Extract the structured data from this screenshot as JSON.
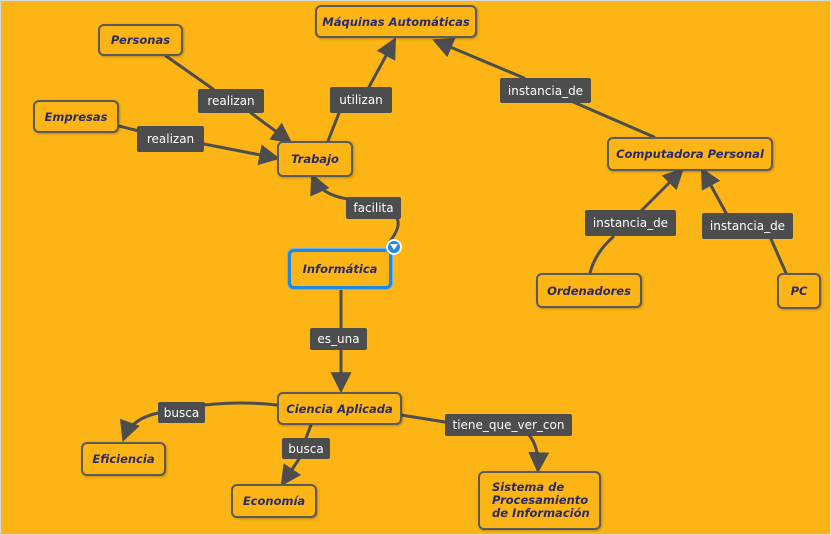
{
  "nodes": {
    "maquinas": "Máquinas Automáticas",
    "personas": "Personas",
    "empresas": "Empresas",
    "trabajo": "Trabajo",
    "computadora": "Computadora Personal",
    "informatica": "Informática",
    "ordenadores": "Ordenadores",
    "pc": "PC",
    "ciencia": "Ciencia Aplicada",
    "eficiencia": "Eficiencia",
    "economia": "Economía",
    "sistema": "Sistema de Procesamiento de Información"
  },
  "links": {
    "realizan_personas": "realizan",
    "realizan_empresas": "realizan",
    "utilizan": "utilizan",
    "instancia_maquinas": "instancia_de",
    "facilita": "facilita",
    "instancia_ordenadores": "instancia_de",
    "instancia_pc": "instancia_de",
    "es_una": "es_una",
    "busca_eficiencia": "busca",
    "busca_economia": "busca",
    "tiene_que_ver_con": "tiene_que_ver_con"
  },
  "colors": {
    "background": "#fcb514",
    "node_border": "#5a5a5a",
    "node_text": "#2a2a6b",
    "link_label_bg": "#4d4d4d",
    "selection": "#1e88e5"
  }
}
